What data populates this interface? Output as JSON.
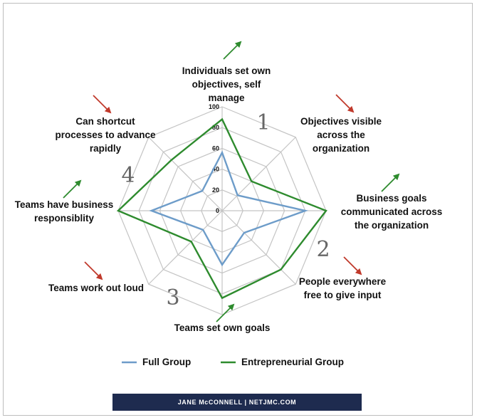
{
  "chart_data": {
    "type": "radar",
    "title": "",
    "categories": [
      "Individuals set own objectives, self manage",
      "Objectives visible across the organization",
      "Business goals communicated across the organization",
      "People everywhere free to give input",
      "Teams set own goals",
      "Teams work out loud",
      "Teams have business responsiblity",
      "Can shortcut processes to advance rapidly"
    ],
    "label_lines": [
      [
        "Individuals set own",
        "objectives, self",
        "manage"
      ],
      [
        "Objectives visible",
        "across the",
        "organization"
      ],
      [
        "Business goals",
        "communicated across",
        "the organization"
      ],
      [
        "People everywhere",
        "free to give input"
      ],
      [
        "Teams set own goals"
      ],
      [
        "Teams work out loud"
      ],
      [
        "Teams have business",
        "responsiblity"
      ],
      [
        "Can shortcut",
        "processes to advance",
        "rapidly"
      ]
    ],
    "trend_arrows": [
      "up",
      "down",
      "up",
      "down",
      "up",
      "down",
      "up",
      "down"
    ],
    "arrow_colors": {
      "up": "#2e8b2e",
      "down": "#c0392b"
    },
    "rlim": [
      0,
      100
    ],
    "rticks": [
      "0",
      "20",
      "40",
      "60",
      "80",
      "100"
    ],
    "quadrant_numbers": [
      "1",
      "2",
      "3",
      "4"
    ],
    "series": [
      {
        "name": "Full Group",
        "color": "#6d9cc9",
        "values": [
          56,
          21,
          80,
          30,
          52,
          26,
          68,
          27
        ]
      },
      {
        "name": "Entrepreneurial Group",
        "color": "#2e8b2e",
        "values": [
          88,
          40,
          100,
          80,
          84,
          42,
          100,
          69
        ]
      }
    ],
    "legend_position": "bottom"
  },
  "footer": {
    "text": "JANE McCONNELL   |   NETJMC.COM"
  }
}
